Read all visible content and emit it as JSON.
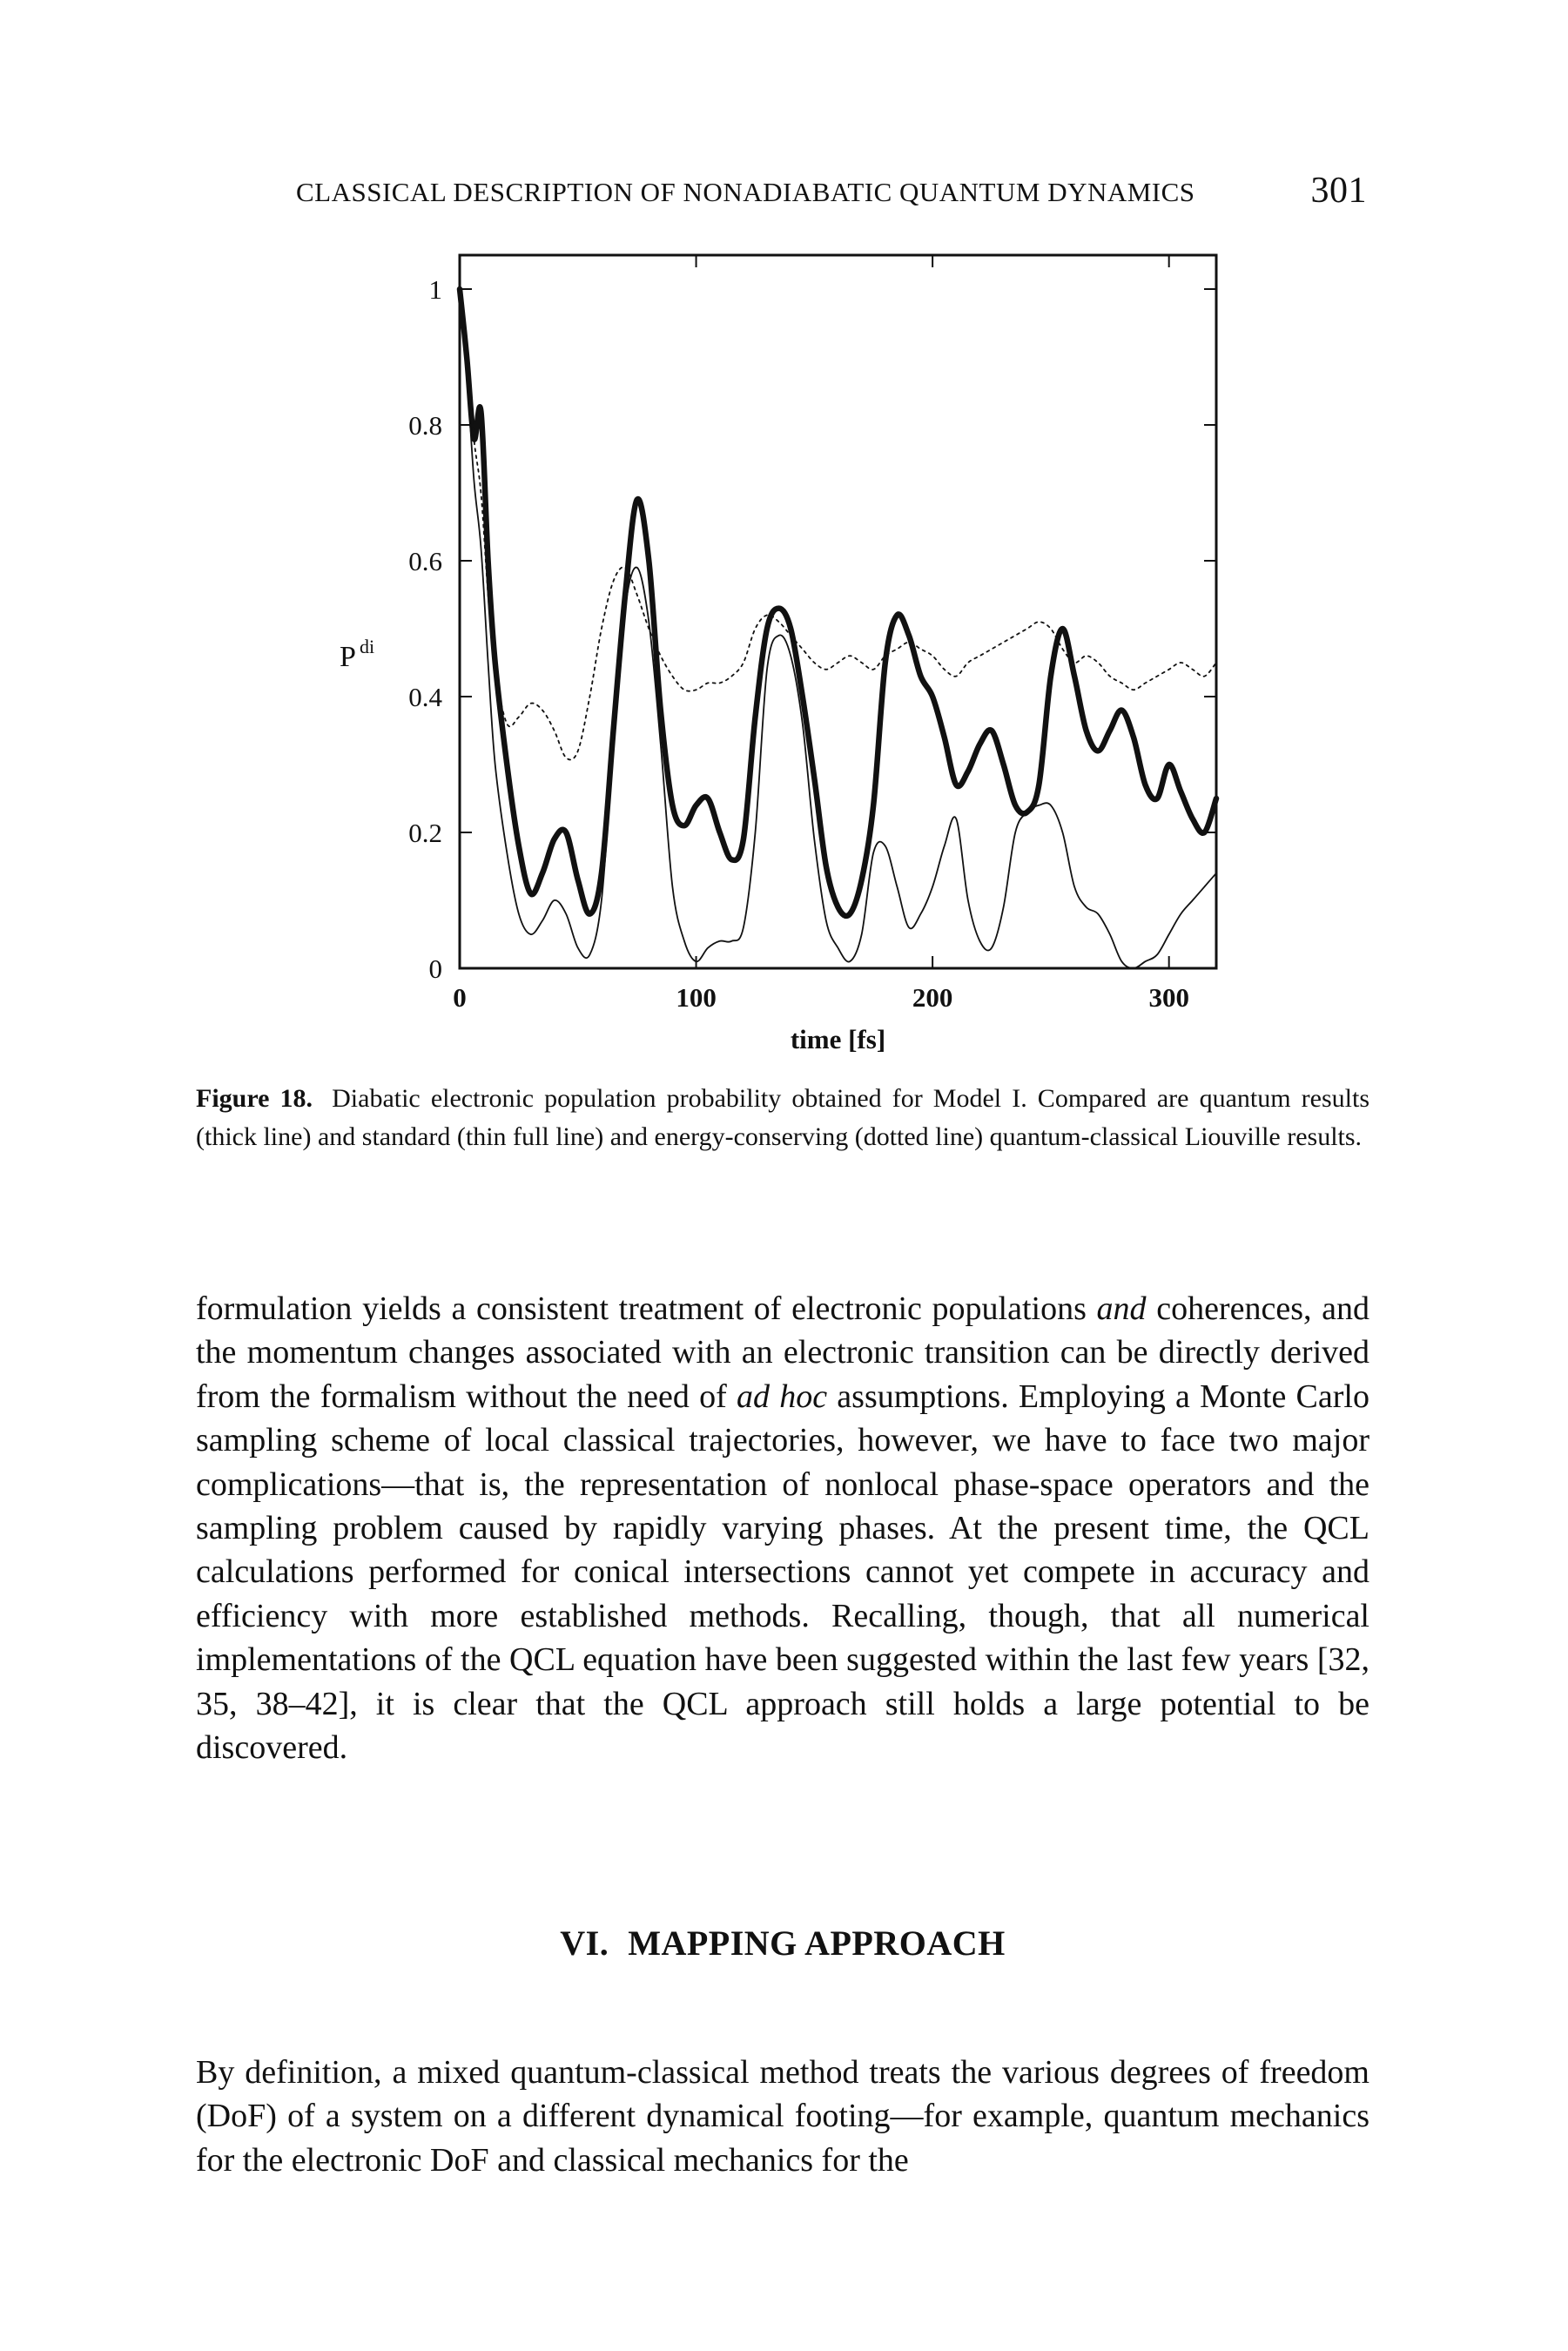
{
  "header": {
    "running_title": "CLASSICAL DESCRIPTION OF NONADIABATIC QUANTUM DYNAMICS",
    "page_number": "301"
  },
  "chart_data": {
    "type": "line",
    "title": "",
    "xlabel": "time [fs]",
    "ylabel": "P",
    "ylabel_superscript": "di",
    "xlim": [
      0,
      320
    ],
    "ylim": [
      0,
      1.05
    ],
    "xticks": [
      0,
      100,
      200,
      300
    ],
    "xtick_labels": [
      "0",
      "100",
      "200",
      "300"
    ],
    "yticks": [
      0,
      0.2,
      0.4,
      0.6,
      0.8,
      1
    ],
    "ytick_labels": [
      "0",
      "0.2",
      "0.4",
      "0.6",
      "0.8",
      "1"
    ],
    "grid": false,
    "series": [
      {
        "style": "thick",
        "x": [
          0,
          3,
          6,
          9,
          12,
          15,
          20,
          25,
          30,
          35,
          40,
          45,
          50,
          55,
          60,
          65,
          70,
          75,
          80,
          85,
          90,
          95,
          100,
          105,
          110,
          115,
          120,
          125,
          130,
          135,
          140,
          145,
          150,
          155,
          160,
          165,
          170,
          175,
          180,
          185,
          190,
          195,
          200,
          205,
          210,
          215,
          220,
          225,
          230,
          235,
          240,
          245,
          250,
          255,
          260,
          265,
          270,
          275,
          280,
          285,
          290,
          295,
          300,
          305,
          310,
          315,
          320
        ],
        "y": [
          1.0,
          0.9,
          0.78,
          0.82,
          0.6,
          0.45,
          0.3,
          0.18,
          0.11,
          0.14,
          0.19,
          0.2,
          0.13,
          0.08,
          0.14,
          0.35,
          0.55,
          0.69,
          0.6,
          0.38,
          0.24,
          0.21,
          0.24,
          0.25,
          0.2,
          0.16,
          0.19,
          0.37,
          0.5,
          0.53,
          0.5,
          0.4,
          0.28,
          0.15,
          0.09,
          0.08,
          0.13,
          0.24,
          0.45,
          0.52,
          0.49,
          0.43,
          0.4,
          0.34,
          0.27,
          0.29,
          0.33,
          0.35,
          0.3,
          0.24,
          0.23,
          0.27,
          0.43,
          0.5,
          0.43,
          0.35,
          0.32,
          0.35,
          0.38,
          0.34,
          0.27,
          0.25,
          0.3,
          0.26,
          0.22,
          0.2,
          0.25
        ]
      },
      {
        "style": "thin",
        "x": [
          0,
          3,
          6,
          9,
          12,
          15,
          20,
          25,
          30,
          35,
          40,
          45,
          50,
          55,
          60,
          65,
          70,
          75,
          80,
          85,
          90,
          95,
          100,
          105,
          110,
          115,
          120,
          125,
          130,
          135,
          140,
          145,
          150,
          155,
          160,
          165,
          170,
          175,
          180,
          185,
          190,
          195,
          200,
          205,
          210,
          215,
          220,
          225,
          230,
          235,
          240,
          245,
          250,
          255,
          260,
          265,
          270,
          275,
          280,
          285,
          290,
          295,
          300,
          305,
          310,
          315,
          320
        ],
        "y": [
          1.0,
          0.88,
          0.72,
          0.62,
          0.45,
          0.3,
          0.17,
          0.08,
          0.05,
          0.07,
          0.1,
          0.08,
          0.03,
          0.02,
          0.1,
          0.33,
          0.53,
          0.59,
          0.51,
          0.33,
          0.12,
          0.04,
          0.01,
          0.03,
          0.04,
          0.04,
          0.06,
          0.2,
          0.44,
          0.49,
          0.46,
          0.36,
          0.19,
          0.07,
          0.03,
          0.01,
          0.05,
          0.17,
          0.18,
          0.12,
          0.06,
          0.08,
          0.12,
          0.18,
          0.22,
          0.1,
          0.04,
          0.03,
          0.09,
          0.2,
          0.23,
          0.24,
          0.24,
          0.2,
          0.12,
          0.09,
          0.08,
          0.05,
          0.01,
          0.0,
          0.01,
          0.02,
          0.05,
          0.08,
          0.1,
          0.12,
          0.14
        ]
      },
      {
        "style": "dotted",
        "x": [
          0,
          3,
          6,
          9,
          12,
          15,
          20,
          25,
          30,
          35,
          40,
          45,
          50,
          55,
          60,
          65,
          70,
          75,
          80,
          85,
          90,
          95,
          100,
          105,
          110,
          115,
          120,
          125,
          130,
          135,
          140,
          145,
          150,
          155,
          160,
          165,
          170,
          175,
          180,
          185,
          190,
          195,
          200,
          205,
          210,
          215,
          220,
          225,
          230,
          235,
          240,
          245,
          250,
          255,
          260,
          265,
          270,
          275,
          280,
          285,
          290,
          295,
          300,
          305,
          310,
          315,
          320
        ],
        "y": [
          1.0,
          0.9,
          0.78,
          0.7,
          0.55,
          0.44,
          0.36,
          0.37,
          0.39,
          0.38,
          0.35,
          0.31,
          0.32,
          0.4,
          0.5,
          0.57,
          0.59,
          0.55,
          0.5,
          0.46,
          0.43,
          0.41,
          0.41,
          0.42,
          0.42,
          0.43,
          0.45,
          0.5,
          0.52,
          0.51,
          0.49,
          0.47,
          0.45,
          0.44,
          0.45,
          0.46,
          0.45,
          0.44,
          0.46,
          0.47,
          0.48,
          0.47,
          0.46,
          0.44,
          0.43,
          0.45,
          0.46,
          0.47,
          0.48,
          0.49,
          0.5,
          0.51,
          0.5,
          0.47,
          0.45,
          0.46,
          0.45,
          0.43,
          0.42,
          0.41,
          0.42,
          0.43,
          0.44,
          0.45,
          0.44,
          0.43,
          0.45
        ]
      }
    ]
  },
  "caption": {
    "label": "Figure 18.",
    "text": "Diabatic electronic population probability obtained for Model I. Compared are quantum results (thick line) and standard (thin full line) and energy-conserving (dotted line) quantum-classical Liouville results."
  },
  "paragraph1": {
    "t1": "formulation yields a consistent treatment of electronic populations ",
    "em1": "and",
    "t2": " coherences, and the momentum changes associated with an electronic transition can be directly derived from the formalism without the need of ",
    "em2": "ad hoc",
    "t3": " assumptions. Employing a Monte Carlo sampling scheme of local classical trajectories, however, we have to face two major complications—that is, the representation of nonlocal phase-space operators and the sampling problem caused by rapidly varying phases. At the present time, the QCL calculations performed for conical intersections cannot yet compete in accuracy and efficiency with more established methods. Recalling, though, that all numerical implementations of the QCL equation have been suggested within the last few years [32, 35, 38–42], it is clear that the QCL approach still holds a large potential to be discovered."
  },
  "section": {
    "number": "VI.",
    "title": "MAPPING APPROACH"
  },
  "paragraph2": {
    "text": "By definition, a mixed quantum-classical method treats the various degrees of freedom (DoF) of a system on a different dynamical footing—for example, quantum mechanics for the electronic DoF and classical mechanics for the"
  }
}
